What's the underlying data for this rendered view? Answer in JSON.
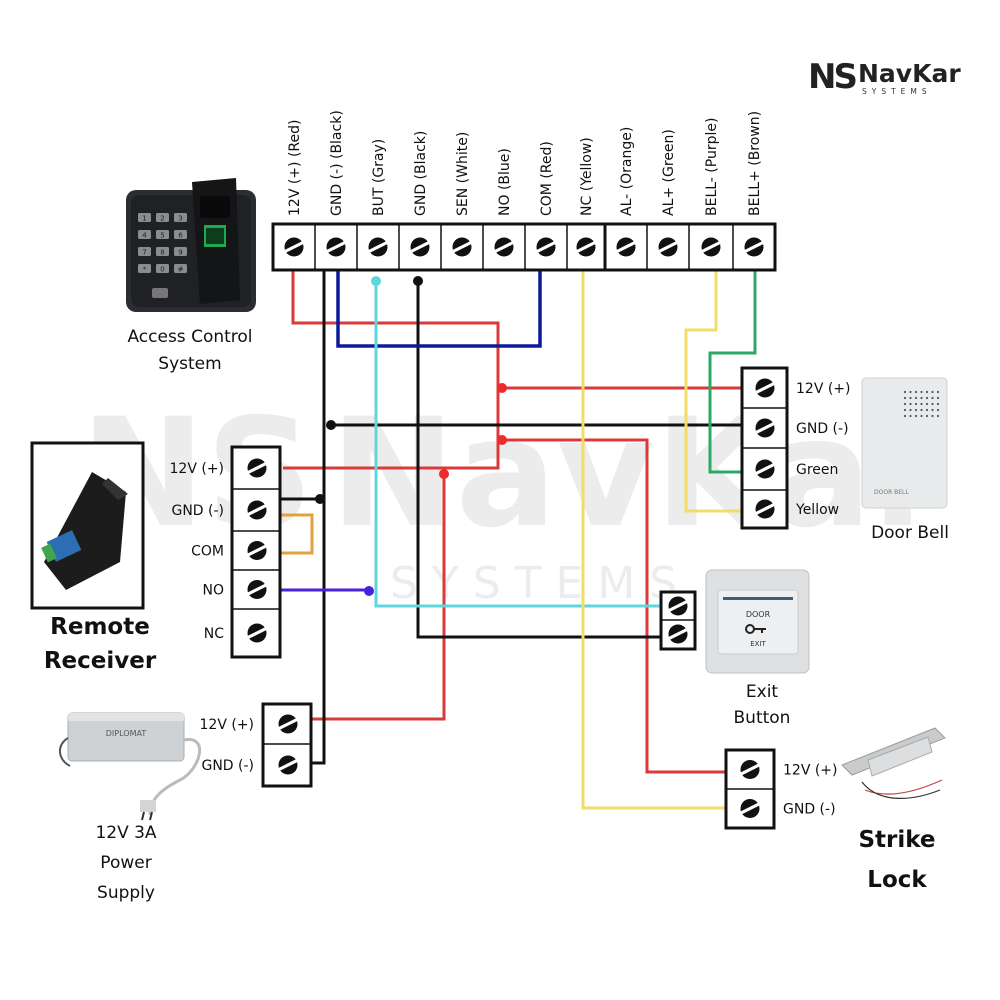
{
  "brand": {
    "logo_mark": "NS",
    "name": "NavKar",
    "tagline": "SYSTEMS",
    "watermark_name": "NavKar",
    "watermark_tagline": "S Y S T E M S"
  },
  "controller": {
    "label_line1": "Access Control",
    "label_line2": "System",
    "terminals": [
      {
        "label": "12V (+) (Red)",
        "wire": "#d93a3a"
      },
      {
        "label": "GND (-) (Black)",
        "wire": "#111111"
      },
      {
        "label": "BUT (Gray)",
        "wire": "#5fd6dc"
      },
      {
        "label": "GND (Black)",
        "wire": "#111111"
      },
      {
        "label": "SEN (White)",
        "wire": ""
      },
      {
        "label": "NO (Blue)",
        "wire": "#0b1a9a"
      },
      {
        "label": "COM (Red)",
        "wire": "#0b1a9a"
      },
      {
        "label": "NC  (Yellow)",
        "wire": "#f2dc6a"
      },
      {
        "label": "AL- (Orange)",
        "wire": ""
      },
      {
        "label": "AL+ (Green)",
        "wire": ""
      },
      {
        "label": "BELL- (Purple)",
        "wire": "#f2dc6a"
      },
      {
        "label": "BELL+ (Brown)",
        "wire": "#2fa866"
      }
    ],
    "keypad_keys": [
      "1",
      "2",
      "3",
      "4",
      "5",
      "6",
      "7",
      "8",
      "9",
      "*",
      "0",
      "#"
    ]
  },
  "remote_receiver": {
    "label_line1": "Remote",
    "label_line2": "Receiver",
    "terminals": [
      "12V (+)",
      "GND (-)",
      "COM",
      "NO",
      "NC"
    ]
  },
  "power_supply": {
    "label_line1": "12V 3A",
    "label_line2": "Power",
    "label_line3": "Supply",
    "brand_text": "DIPLOMAT",
    "terminals": [
      "12V (+)",
      "GND (-)"
    ]
  },
  "door_bell": {
    "label": "Door Bell",
    "device_text": "DOOR BELL",
    "terminals": [
      "12V (+)",
      "GND (-)",
      "Green",
      "Yellow"
    ]
  },
  "exit_button": {
    "label_line1": "Exit",
    "label_line2": "Button",
    "face_top": "DOOR",
    "face_bottom": "EXIT"
  },
  "strike_lock": {
    "label_line1": "Strike",
    "label_line2": "Lock",
    "terminals": [
      "12V (+)",
      "GND (-)"
    ]
  },
  "wire_colors": {
    "red": "#d93a3a",
    "black": "#111111",
    "cyan": "#5fd6dc",
    "blue": "#0b1a9a",
    "yellow": "#f2dc6a",
    "green": "#2fa866",
    "orange": "#e0a23c",
    "purple": "#4a22d8",
    "junction_red": "#ee2a2a"
  }
}
